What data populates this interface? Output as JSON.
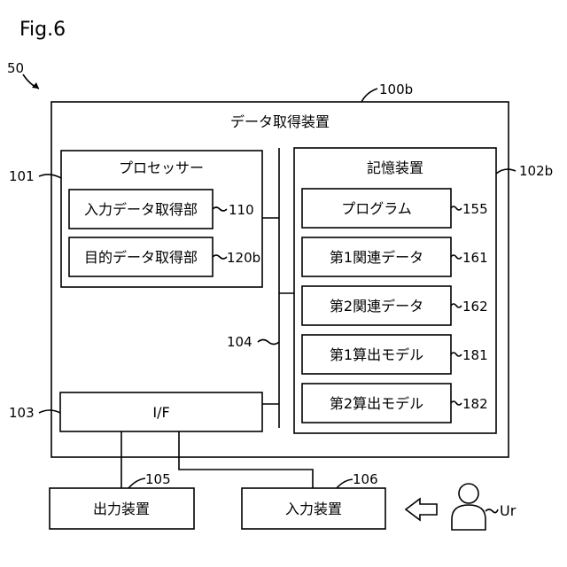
{
  "figure_label": "Fig.6",
  "refs": {
    "system": "50",
    "apparatus": "100b",
    "processor": "101",
    "storage": "102b",
    "interface": "103",
    "bus": "104",
    "output_device": "105",
    "input_device": "106",
    "user": "Ur"
  },
  "apparatus": {
    "title": "データ取得装置"
  },
  "processor": {
    "title": "プロセッサー",
    "units": [
      {
        "label": "入力データ取得部",
        "ref": "110"
      },
      {
        "label": "目的データ取得部",
        "ref": "120b"
      }
    ]
  },
  "storage": {
    "title": "記憶装置",
    "items": [
      {
        "label": "プログラム",
        "ref": "155"
      },
      {
        "label": "第1関連データ",
        "ref": "161"
      },
      {
        "label": "第2関連データ",
        "ref": "162"
      },
      {
        "label": "第1算出モデル",
        "ref": "181"
      },
      {
        "label": "第2算出モデル",
        "ref": "182"
      }
    ]
  },
  "interface": {
    "label": "I/F"
  },
  "output_device": {
    "label": "出力装置"
  },
  "input_device": {
    "label": "入力装置"
  }
}
